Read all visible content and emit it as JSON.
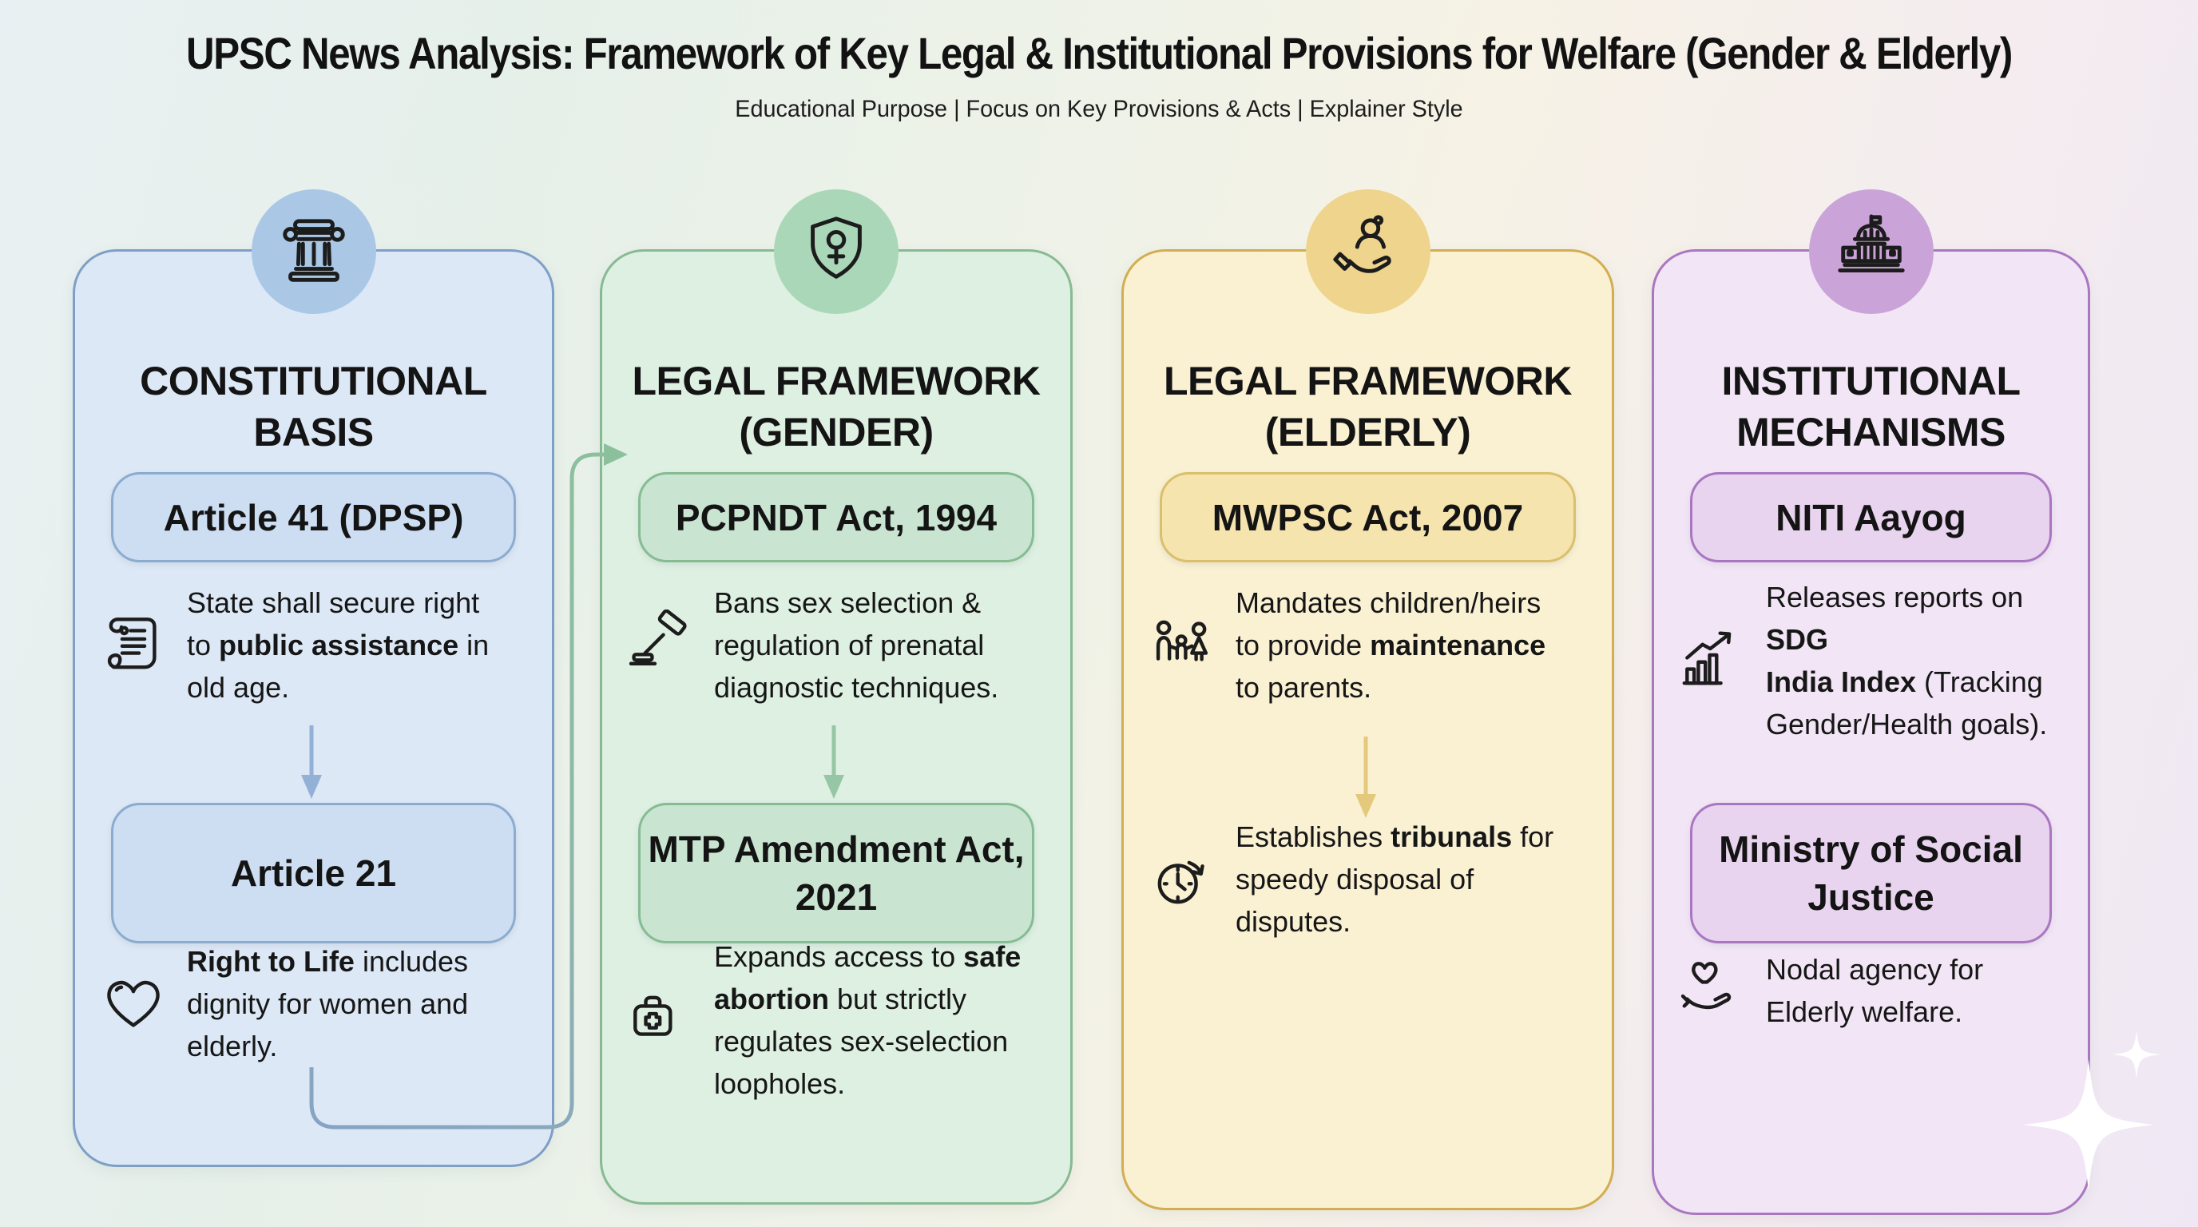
{
  "page": {
    "title": "UPSC News Analysis: Framework of Key Legal & Institutional Provisions for Welfare (Gender & Elderly)",
    "subtitle": "Educational Purpose | Focus on Key Provisions & Acts | Explainer Style"
  },
  "colors": {
    "global": {
      "connector_start": "#87a3c5",
      "connector_mid": "#8fb7a9",
      "connector_end": "#8cc09d",
      "arrow_blue": "#93b1d6",
      "arrow_green": "#97c6a6",
      "arrow_yellow": "#e4c87c",
      "sparkle": "#ffffff"
    }
  },
  "columns": [
    {
      "name": "constitutional-basis",
      "header_icon": "pillar-icon",
      "heading_line1": "CONSTITUTIONAL",
      "heading_line2": "BASIS",
      "pill1": "Article 41 (DPSP)",
      "body1_icon": "scroll-icon",
      "body1": "State shall secure right\nto **public assistance** in\nold age.",
      "pill2": "Article 21",
      "body2_icon": "heart-icon",
      "body2": "**Right to Life** includes\ndignity for women and\nelderly.",
      "colors": {
        "card_bg": "#dde8f6",
        "card_border": "#7e9fc6",
        "pill_bg": "#cddef2",
        "pill_border": "#8baccf",
        "circle_bg": "#aac8e6"
      }
    },
    {
      "name": "legal-framework-gender",
      "header_icon": "shield-female-icon",
      "heading_line1": "LEGAL FRAMEWORK",
      "heading_line2": "(GENDER)",
      "pill1": "PCPNDT Act, 1994",
      "body1_icon": "gavel-icon",
      "body1": "Bans sex selection &\nregulation of prenatal\ndiagnostic techniques.",
      "pill2": "MTP Amendment\nAct, 2021",
      "body2_icon": "medical-bag-icon",
      "body2": "Expands access to **safe**\n**abortion** but strictly\nregulates sex-selection\nloopholes.",
      "colors": {
        "card_bg": "#def0e2",
        "card_border": "#87ba93",
        "pill_bg": "#c9e5d1",
        "pill_border": "#85bc93",
        "circle_bg": "#abd7b9"
      }
    },
    {
      "name": "legal-framework-elderly",
      "header_icon": "elderly-care-icon",
      "heading_line1": "LEGAL FRAMEWORK",
      "heading_line2": "(ELDERLY)",
      "pill1": "MWPSC Act, 2007",
      "body1_icon": "family-icon",
      "body1": "Mandates children/heirs\nto provide **maintenance**\nto parents.",
      "body2_icon": "clock-icon",
      "body2": "Establishes **tribunals** for\nspeedy disposal of\ndisputes.",
      "colors": {
        "card_bg": "#faf1d3",
        "card_border": "#d2ad51",
        "pill_bg": "#f6e4ae",
        "pill_border": "#dabf6c",
        "circle_bg": "#eed48c"
      }
    },
    {
      "name": "institutional-mechanisms",
      "header_icon": "capitol-icon",
      "heading_line1": "INSTITUTIONAL",
      "heading_line2": "MECHANISMS",
      "pill1": "NITI Aayog",
      "body1_icon": "chart-icon",
      "body1": "Releases reports on **SDG**\n**India Index** (Tracking\nGender/Health goals).",
      "pill2": "Ministry of Social\nJustice",
      "body2_icon": "hand-heart-icon",
      "body2": "Nodal agency for\nElderly welfare.",
      "colors": {
        "card_bg": "#f2e6f6",
        "card_border": "#a977c0",
        "pill_bg": "#e8d4ef",
        "pill_border": "#aa76c1",
        "circle_bg": "#caa4d9"
      }
    }
  ]
}
